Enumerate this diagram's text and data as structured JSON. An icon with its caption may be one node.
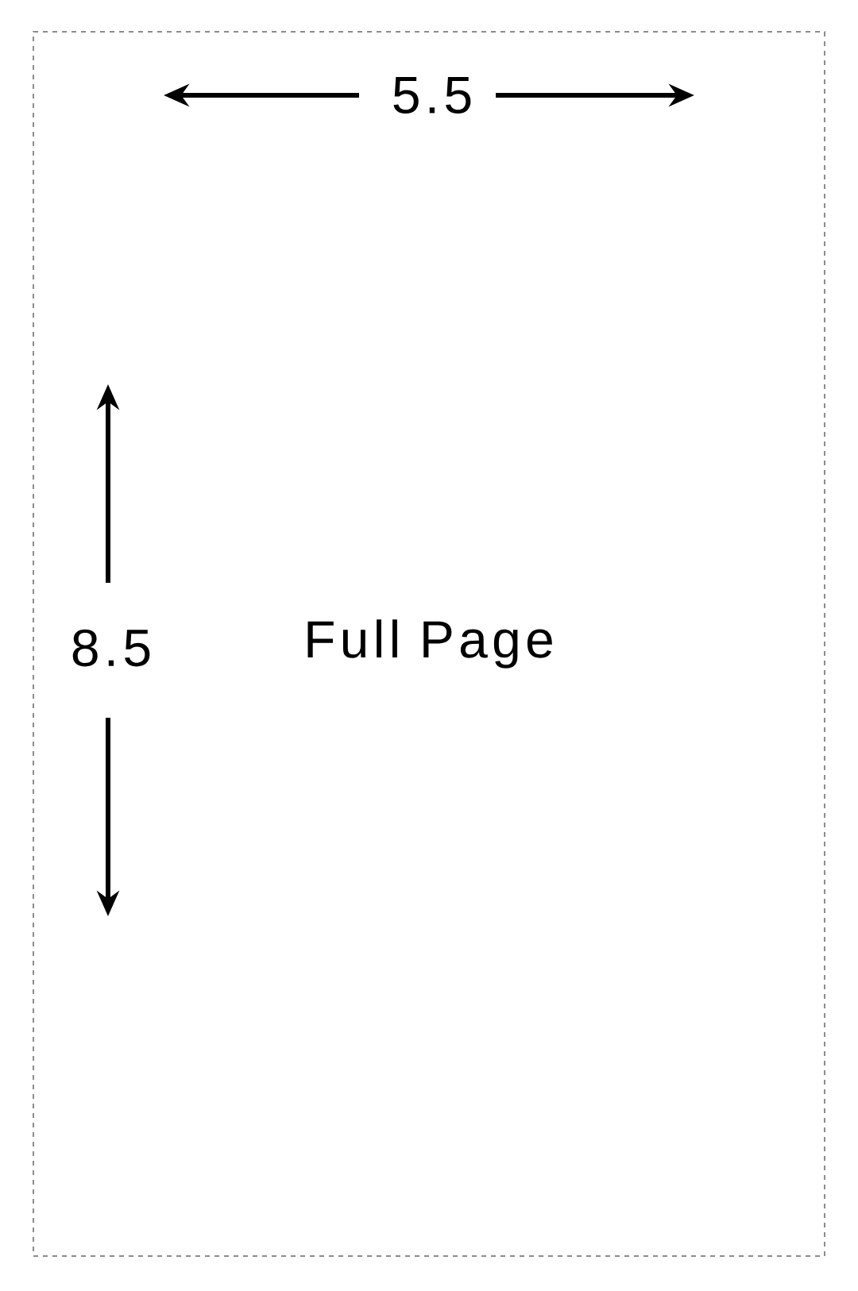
{
  "diagram": {
    "nodes": [
      {
        "text": [
          "Full Page"
        ]
      }
    ],
    "labels": [
      "5.5",
      "8.5"
    ]
  }
}
